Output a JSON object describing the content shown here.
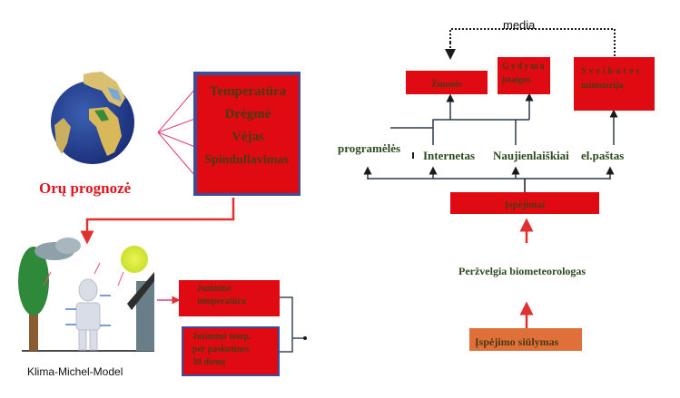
{
  "left": {
    "globe_label": "Orų prognozė",
    "params_box": {
      "lines": [
        "Temperatūra",
        "Drėgmė",
        "Vėjas",
        "Spinduliavimas"
      ]
    },
    "model_label": "Klima-Michel-Model",
    "outputs": [
      {
        "lines": [
          "Jutiminė",
          "temperatūra"
        ]
      },
      {
        "lines": [
          "Jutiminė temp.",
          "per paskutines",
          "30 dienų"
        ]
      }
    ]
  },
  "right": {
    "media_label": "media",
    "recipients": [
      {
        "lines": [
          "Žmonės"
        ]
      },
      {
        "lines": [
          "Gydymo",
          "įstaigos"
        ]
      },
      {
        "lines": [
          "Sveikatos",
          "ministerija"
        ]
      }
    ],
    "channels": [
      "programėlės",
      "Internetas",
      "Naujienlaiškiai",
      "el.paštas"
    ],
    "warnings_box": "Įspėjimai",
    "reviewer": "Peržvelgia biometeorologas",
    "proposal_box": "Įspėjimo siūlymas"
  },
  "colors": {
    "box_red": "#e00a12",
    "box_border_blue": "#3a4ea0",
    "proposal_orange": "#e0703a",
    "title_red": "#e0141c",
    "connector_dark": "#3a4a5a",
    "arrow_red": "#e03030",
    "pink_line": "#e04070"
  }
}
